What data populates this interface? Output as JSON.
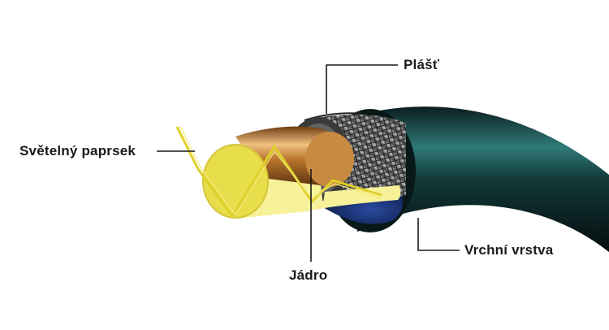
{
  "labels": {
    "light_beam": "Světelný paprsek",
    "cladding": "Plášť",
    "core": "Jádro",
    "outer_layer": "Vrchní vrstva"
  },
  "colors": {
    "jacket": "#0f2a2b",
    "jacket_highlight": "#2f7a78",
    "braid": "#8a8a8a",
    "cladding_ring": "#3a3a3a",
    "core_copper": "#b8742a",
    "core_face": "#e8dd4a",
    "light_cone": "#f7f19a",
    "beam": "#e0cf2a",
    "inner_blue": "#16306e",
    "leader_line": "#1a1a1a"
  }
}
